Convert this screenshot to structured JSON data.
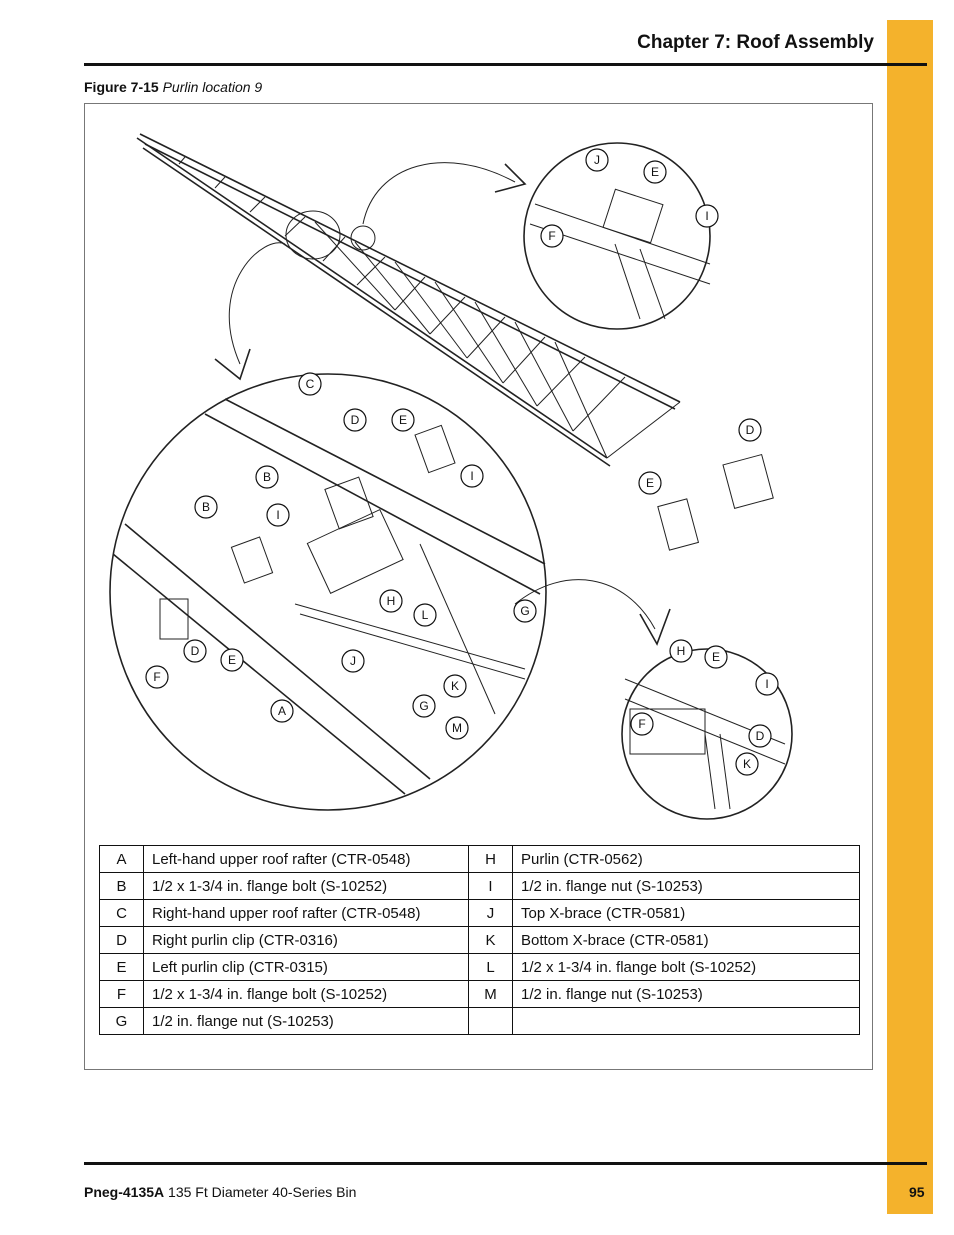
{
  "header": {
    "chapter_title": "Chapter 7: Roof Assembly"
  },
  "figure": {
    "number": "Figure 7-15",
    "title": "Purlin location 9"
  },
  "callouts": {
    "A": "A",
    "B": "B",
    "C": "C",
    "D": "D",
    "E": "E",
    "F": "F",
    "G": "G",
    "H": "H",
    "I": "I",
    "J": "J",
    "K": "K",
    "L": "L",
    "M": "M"
  },
  "parts_table": {
    "rows": [
      {
        "key_left": "A",
        "desc_left": "Left-hand upper roof rafter (CTR-0548)",
        "key_right": "H",
        "desc_right": "Purlin (CTR-0562)"
      },
      {
        "key_left": "B",
        "desc_left": "1/2 x 1-3/4 in. flange bolt (S-10252)",
        "key_right": "I",
        "desc_right": "1/2 in. flange nut (S-10253)"
      },
      {
        "key_left": "C",
        "desc_left": "Right-hand upper roof rafter (CTR-0548)",
        "key_right": "J",
        "desc_right": "Top X-brace (CTR-0581)"
      },
      {
        "key_left": "D",
        "desc_left": "Right purlin clip (CTR-0316)",
        "key_right": "K",
        "desc_right": "Bottom X-brace (CTR-0581)"
      },
      {
        "key_left": "E",
        "desc_left": "Left purlin clip (CTR-0315)",
        "key_right": "L",
        "desc_right": "1/2 x 1-3/4 in. flange bolt (S-10252)"
      },
      {
        "key_left": "F",
        "desc_left": "1/2 x 1-3/4 in. flange bolt (S-10252)",
        "key_right": "M",
        "desc_right": "1/2 in. flange nut (S-10253)"
      },
      {
        "key_left": "G",
        "desc_left": "1/2 in. flange nut (S-10253)",
        "key_right": "",
        "desc_right": ""
      }
    ]
  },
  "footer": {
    "doc_id": "Pneg-4135A",
    "doc_title": "135 Ft Diameter 40-Series Bin",
    "page_number": "95"
  },
  "colors": {
    "accent_tab": "#f4b22c",
    "rule": "#111111"
  }
}
